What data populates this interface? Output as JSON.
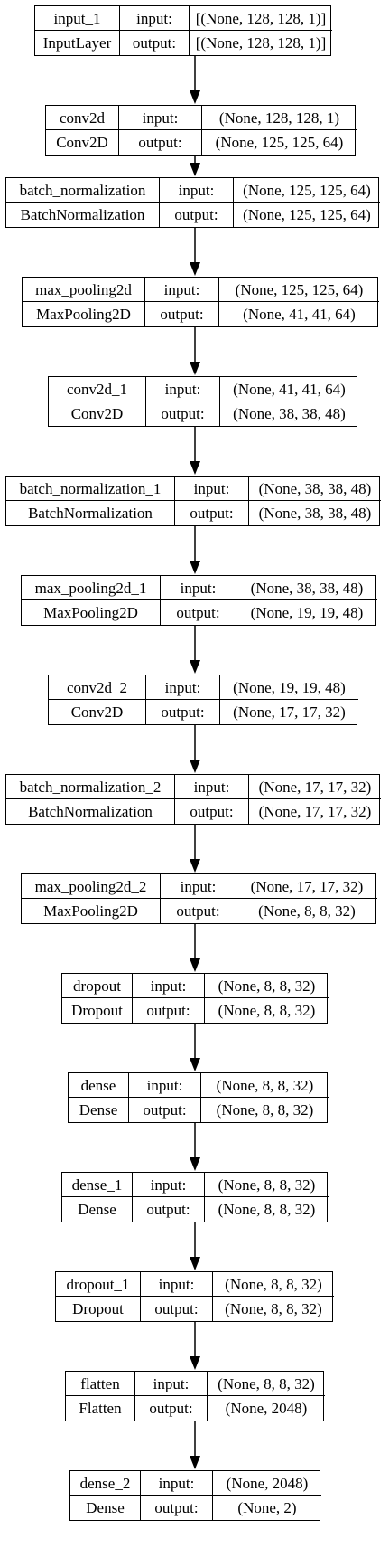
{
  "diagram": {
    "input_label": "input:",
    "output_label": "output:",
    "line_color": "#000000",
    "nodes": [
      {
        "name": "input_1",
        "type": "InputLayer",
        "input": "[(None, 128, 128, 1)]",
        "output": "[(None, 128, 128, 1)]"
      },
      {
        "name": "conv2d",
        "type": "Conv2D",
        "input": "(None, 128, 128, 1)",
        "output": "(None, 125, 125, 64)"
      },
      {
        "name": "batch_normalization",
        "type": "BatchNormalization",
        "input": "(None, 125, 125, 64)",
        "output": "(None, 125, 125, 64)"
      },
      {
        "name": "max_pooling2d",
        "type": "MaxPooling2D",
        "input": "(None, 125, 125, 64)",
        "output": "(None, 41, 41, 64)"
      },
      {
        "name": "conv2d_1",
        "type": "Conv2D",
        "input": "(None, 41, 41, 64)",
        "output": "(None, 38, 38, 48)"
      },
      {
        "name": "batch_normalization_1",
        "type": "BatchNormalization",
        "input": "(None, 38, 38, 48)",
        "output": "(None, 38, 38, 48)"
      },
      {
        "name": "max_pooling2d_1",
        "type": "MaxPooling2D",
        "input": "(None, 38, 38, 48)",
        "output": "(None, 19, 19, 48)"
      },
      {
        "name": "conv2d_2",
        "type": "Conv2D",
        "input": "(None, 19, 19, 48)",
        "output": "(None, 17, 17, 32)"
      },
      {
        "name": "batch_normalization_2",
        "type": "BatchNormalization",
        "input": "(None, 17, 17, 32)",
        "output": "(None, 17, 17, 32)"
      },
      {
        "name": "max_pooling2d_2",
        "type": "MaxPooling2D",
        "input": "(None, 17, 17, 32)",
        "output": "(None, 8, 8, 32)"
      },
      {
        "name": "dropout",
        "type": "Dropout",
        "input": "(None, 8, 8, 32)",
        "output": "(None, 8, 8, 32)"
      },
      {
        "name": "dense",
        "type": "Dense",
        "input": "(None, 8, 8, 32)",
        "output": "(None, 8, 8, 32)"
      },
      {
        "name": "dense_1",
        "type": "Dense",
        "input": "(None, 8, 8, 32)",
        "output": "(None, 8, 8, 32)"
      },
      {
        "name": "dropout_1",
        "type": "Dropout",
        "input": "(None, 8, 8, 32)",
        "output": "(None, 8, 8, 32)"
      },
      {
        "name": "flatten",
        "type": "Flatten",
        "input": "(None, 8, 8, 32)",
        "output": "(None, 2048)"
      },
      {
        "name": "dense_2",
        "type": "Dense",
        "input": "(None, 2048)",
        "output": "(None, 2)"
      }
    ]
  }
}
